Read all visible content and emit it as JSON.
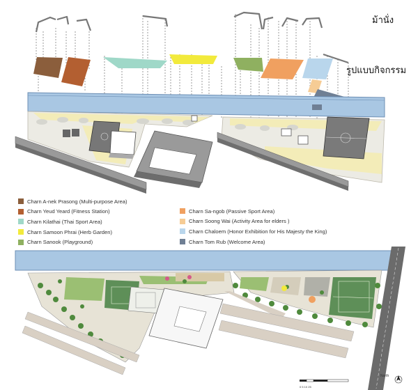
{
  "labels": {
    "seat": "ม้านั่ง",
    "activity_pattern": "รูปแบบกิจกรรม",
    "north": "North",
    "scale": "0  5  10     25"
  },
  "legend_left": [
    {
      "label": "Charn A-nek Prasong (Multi-purpose Area)",
      "color": "#8b5e3c"
    },
    {
      "label": "Charn Yeud Yeard (Fitness Station)",
      "color": "#b35f31"
    },
    {
      "label": "Charn Kilathai (Thai Sport Area)",
      "color": "#9fd8c8"
    },
    {
      "label": "Charn Samoon Phrai (Herb Garden)",
      "color": "#f2ea3c"
    },
    {
      "label": "Charn Sanook (Playground)",
      "color": "#8fb060"
    }
  ],
  "legend_right": [
    {
      "label": "Charn Sa-ngob (Passive Sport Area)",
      "color": "#f0a060"
    },
    {
      "label": "Charn Soong Wai (Activity Area for elders )",
      "color": "#f6cc95"
    },
    {
      "label": "Charn Chaloem (Honor Exhibition for His Majesty the King)",
      "color": "#b9d6ec"
    },
    {
      "label": "Charn Tom Rub (Welcome Area)",
      "color": "#6f7f94"
    }
  ],
  "colors": {
    "canal": "#a9c7e3",
    "canal_edge": "#6d8fb5",
    "walkway": "#f3ecb8",
    "park": "#ecebe4",
    "building": "#b8b8b8",
    "building_dark": "#8a8a8a",
    "lawn": "#9bbf73",
    "tree": "#4f8a3d",
    "court": "#5e8f58",
    "road": "#6b6b6b",
    "parking": "#d9d0c4"
  }
}
